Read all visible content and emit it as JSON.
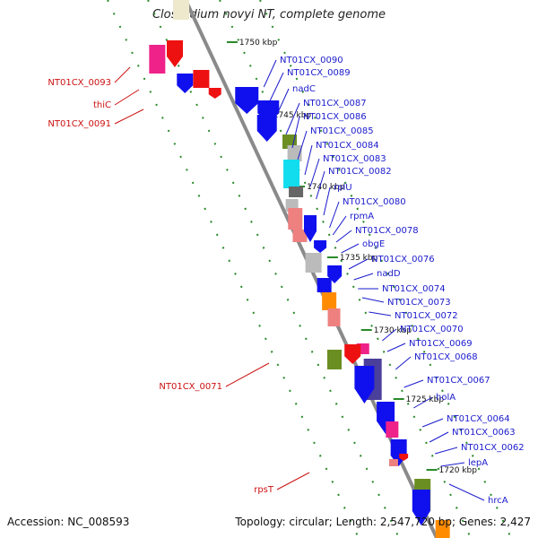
{
  "title": "Clostridium novyi NT, complete genome",
  "footer": {
    "accession": "Accession: NC_008593",
    "summary": "Topology: circular; Length: 2,547,720 bp; Genes: 2,427"
  },
  "colors": {
    "backbone": "#8a8a8a",
    "dots": "#2a8a2a",
    "forward_label": "#cc1111",
    "reverse_label": "#1a1acc",
    "gene_blue": "#1010ee",
    "gene_red": "#ee1111",
    "gene_pink": "#ee2288",
    "gene_olive": "#6b8e23",
    "gene_cyan": "#11ddee",
    "gene_grey": "#bbbbbb",
    "gene_salmon": "#ee8080",
    "gene_orange": "#ff8c00",
    "gene_slate": "#4a3f9a",
    "gene_darkgrey": "#666666"
  },
  "ruler_ticks": [
    "1750 kbp",
    "1745 kbp",
    "1740 kbp",
    "1735 kbp",
    "1730 kbp",
    "1725 kbp",
    "1720 kbp"
  ],
  "forward_genes": [
    "NT01CX_0093",
    "thiC",
    "NT01CX_0091",
    "NT01CX_0071",
    "rpsT"
  ],
  "reverse_genes": [
    "NT01CX_0090",
    "NT01CX_0089",
    "nadC",
    "NT01CX_0087",
    "NT01CX_0086",
    "NT01CX_0085",
    "NT01CX_0084",
    "NT01CX_0083",
    "NT01CX_0082",
    "rplU",
    "NT01CX_0080",
    "rpmA",
    "NT01CX_0078",
    "obgE",
    "NT01CX_0076",
    "nadD",
    "NT01CX_0074",
    "NT01CX_0073",
    "NT01CX_0072",
    "NT01CX_0070",
    "NT01CX_0069",
    "NT01CX_0068",
    "NT01CX_0067",
    "holA",
    "NT01CX_0064",
    "NT01CX_0063",
    "NT01CX_0062",
    "lepA",
    "hrcA"
  ]
}
